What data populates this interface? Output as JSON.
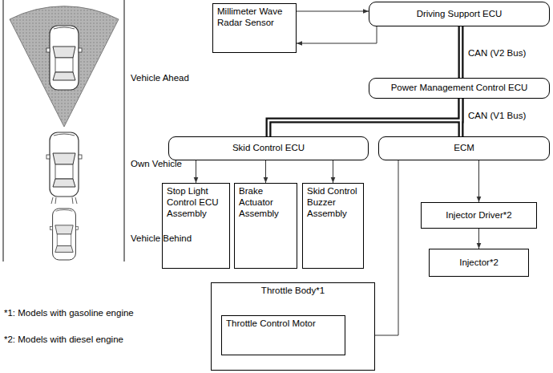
{
  "diagram": {
    "nodes": [
      {
        "text": [
          "Millimeter Wave Radar Sensor"
        ]
      },
      {
        "text": [
          "Driving Support ECU"
        ]
      },
      {
        "text": [
          "Power Management Control ECU"
        ]
      },
      {
        "text": [
          "Skid Control ECU"
        ]
      },
      {
        "text": [
          "ECM"
        ]
      },
      {
        "text": [
          "Stop Light Control ECU Assembly"
        ]
      },
      {
        "text": [
          "Brake Actuator Assembly"
        ]
      },
      {
        "text": [
          "Skid Control Buzzer Assembly"
        ]
      },
      {
        "text": [
          "Injector Driver*2"
        ]
      },
      {
        "text": [
          "Injector*2"
        ]
      },
      {
        "text": [
          "Throttle Body*1"
        ]
      },
      {
        "text": [
          "Throttle Control Motor"
        ],
        "in": 10
      }
    ],
    "edges": [
      {
        "from": 0,
        "to": 1,
        "arrow": "to"
      },
      {
        "from": 1,
        "to": 0,
        "arrow": "to"
      },
      {
        "from": 1,
        "to": 2,
        "label": "CAN (V2 Bus)",
        "arrow": "none"
      },
      {
        "from": 2,
        "to": 3,
        "arrow": "none"
      },
      {
        "from": 2,
        "to": 4,
        "label": "CAN (V1 Bus)",
        "arrow": "none"
      },
      {
        "from": 3,
        "to": 5,
        "arrow": "to"
      },
      {
        "from": 3,
        "to": 6,
        "arrow": "to"
      },
      {
        "from": 3,
        "to": 7,
        "arrow": "to"
      },
      {
        "from": 4,
        "to": 8,
        "arrow": "to"
      },
      {
        "from": 8,
        "to": 9,
        "arrow": "to"
      },
      {
        "from": 4,
        "to": 11,
        "arrow": "to"
      }
    ],
    "labels": [
      "Vehicle Ahead",
      "Own Vehicle",
      "Vehicle Behind",
      "*1: Models with gasoline engine",
      "*2: Models with diesel engine"
    ]
  }
}
